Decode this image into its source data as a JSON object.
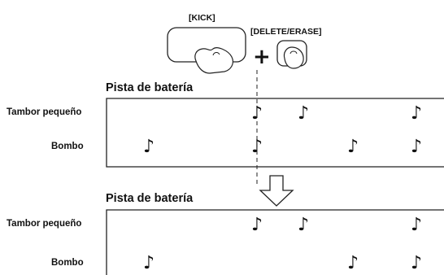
{
  "buttons": {
    "kick_label": "[KICK]",
    "delete_label": "[DELETE/ERASE]",
    "combine_symbol": "+"
  },
  "before": {
    "title": "Pista de batería",
    "rows": [
      {
        "label": "Tambor pequeño",
        "note_steps": [
          1,
          2,
          4
        ]
      },
      {
        "label": "Bombo",
        "note_steps": [
          0,
          1,
          3,
          4
        ]
      }
    ]
  },
  "after": {
    "title": "Pista de batería",
    "rows": [
      {
        "label": "Tambor pequeño",
        "note_steps": [
          1,
          2,
          4
        ]
      },
      {
        "label": "Bombo",
        "note_steps": [
          0,
          3,
          4
        ]
      }
    ]
  },
  "note_glyph": "♪",
  "highlight_step": 1
}
